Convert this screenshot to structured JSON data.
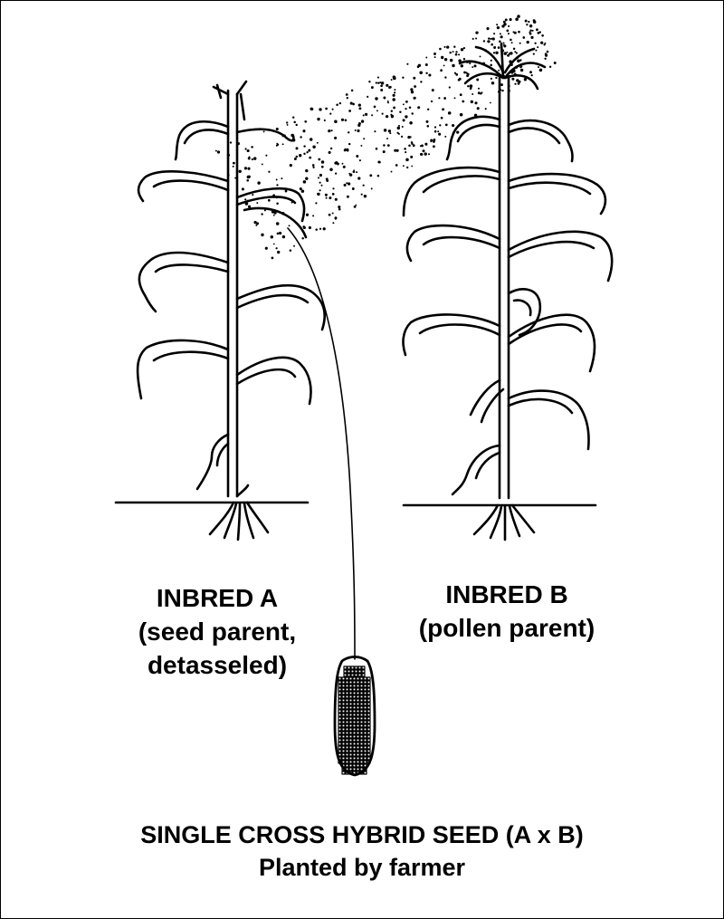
{
  "inbred_a": {
    "title": "INBRED A",
    "line2": "(seed parent,",
    "line3": "detasseled)"
  },
  "inbred_b": {
    "title": "INBRED B",
    "line2": "(pollen parent)"
  },
  "caption": {
    "line1": "SINGLE CROSS HYBRID SEED (A x B)",
    "line2": "Planted by farmer"
  },
  "colors": {
    "ink": "#000000",
    "background": "#ffffff"
  }
}
